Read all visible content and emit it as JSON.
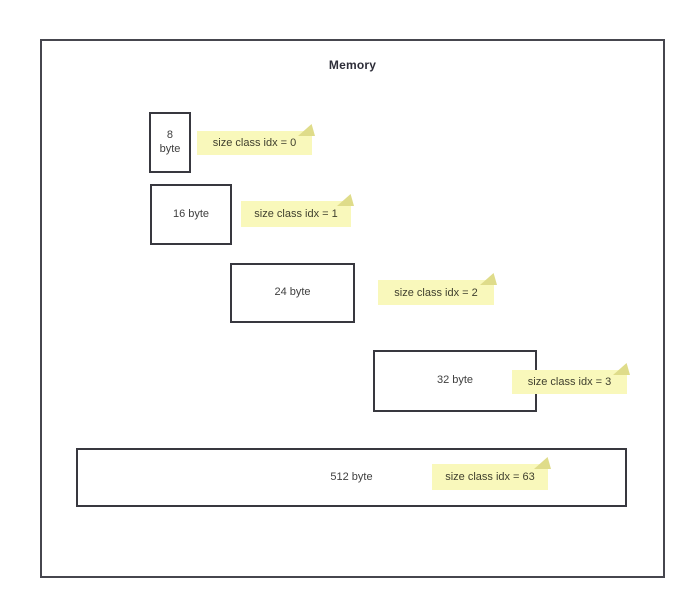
{
  "title": "Memory",
  "colors": {
    "outer_border": "#46464e",
    "box_border": "#38383f",
    "box_text": "#404040",
    "note_fill": "#f9f8bb",
    "note_fold": "#dfdc8a",
    "note_text": "#3f3f2e",
    "background": "#ffffff"
  },
  "size_classes": [
    {
      "box_label": "8 byte",
      "box_label_lines": [
        "8",
        "byte"
      ],
      "note_label": "size class idx = 0"
    },
    {
      "box_label": "16 byte",
      "note_label": "size class idx = 1"
    },
    {
      "box_label": "24 byte",
      "note_label": "size class idx = 2"
    },
    {
      "box_label": "32 byte",
      "note_label": "size class idx = 3"
    },
    {
      "box_label": "512 byte",
      "note_label": "size class idx = 63"
    }
  ]
}
